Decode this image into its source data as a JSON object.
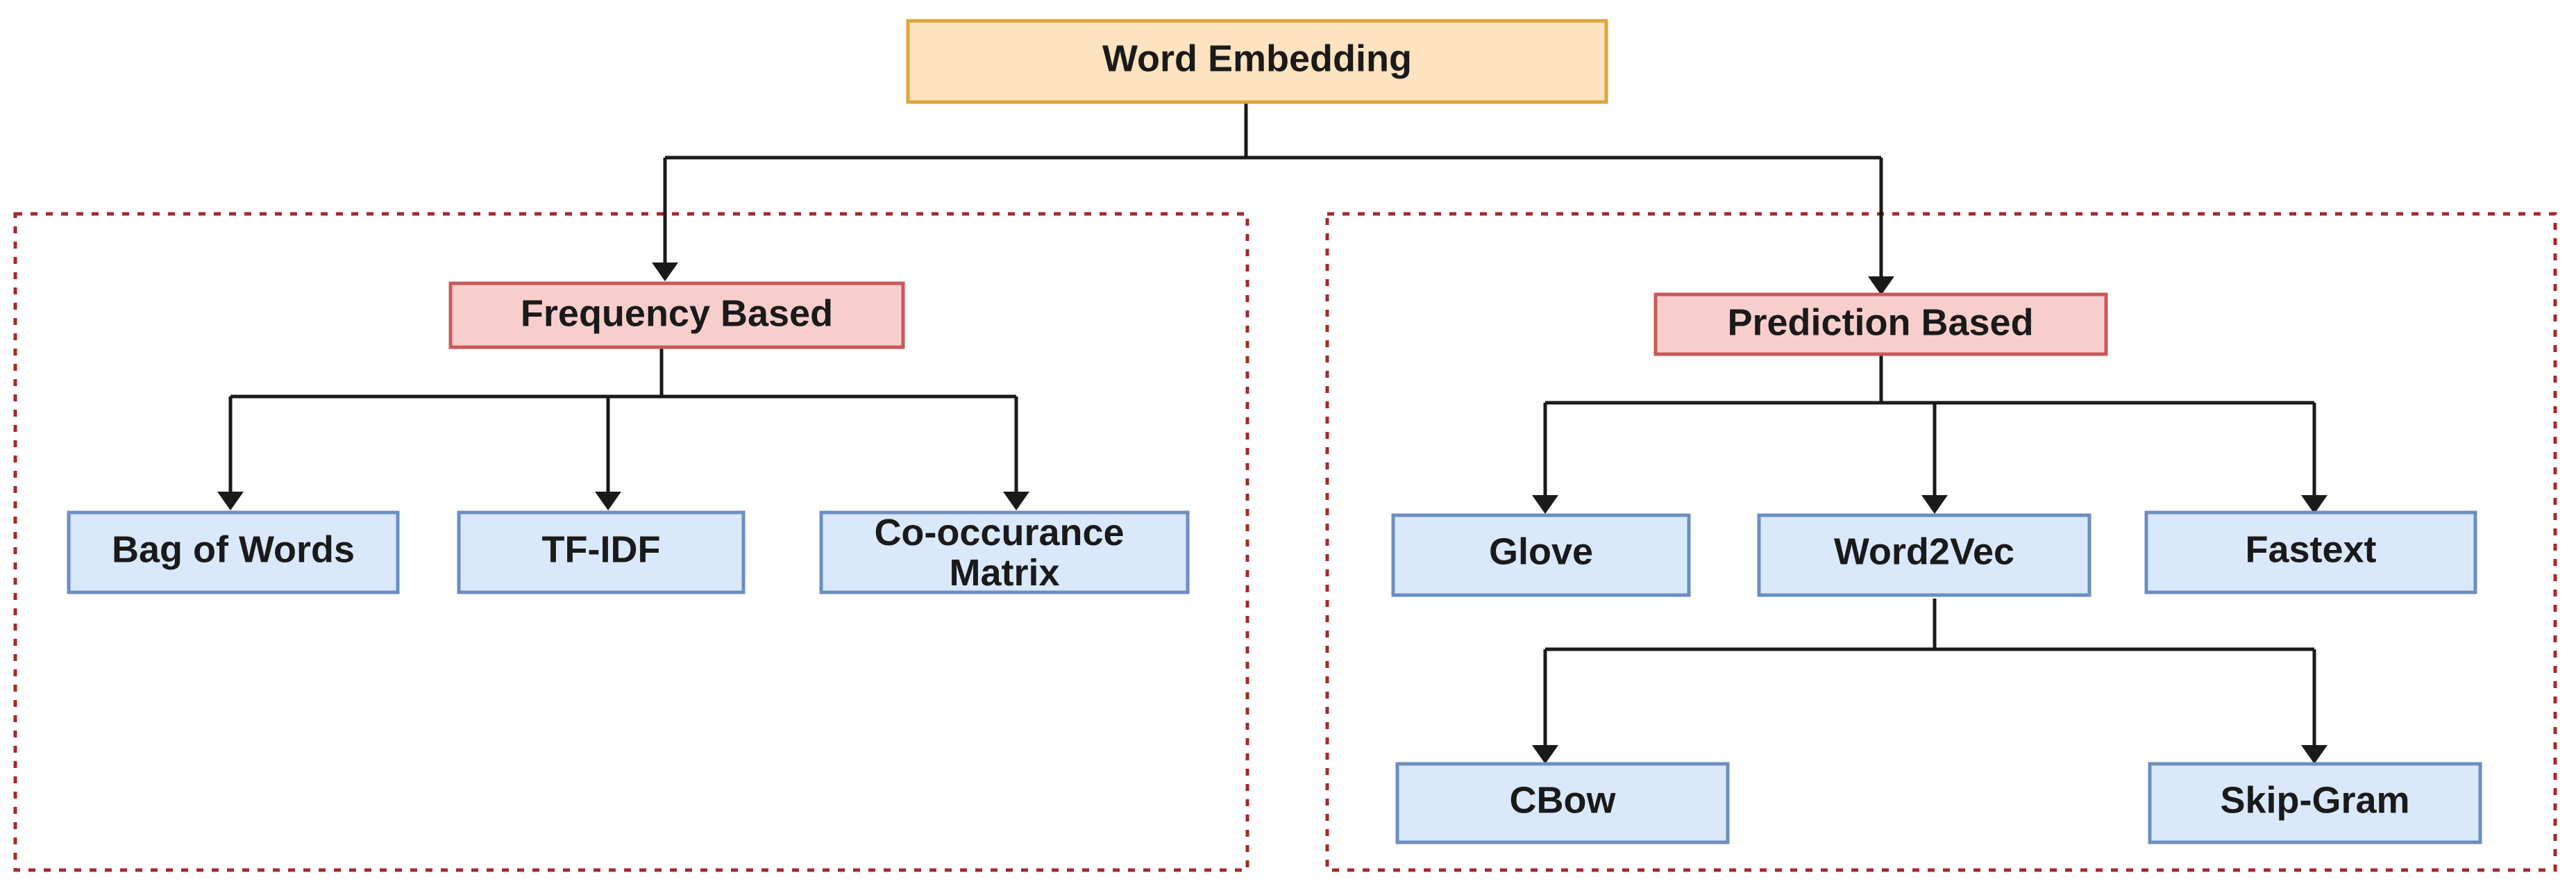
{
  "diagram": {
    "root": {
      "label": "Word Embedding"
    },
    "groups": {
      "frequency": {
        "label": "Frequency Based",
        "children": [
          {
            "label": "Bag of Words"
          },
          {
            "label": "TF-IDF"
          },
          {
            "label": "Co-occurance Matrix",
            "lines": [
              "Co-occurance",
              "Matrix"
            ]
          }
        ]
      },
      "prediction": {
        "label": "Prediction Based",
        "children": [
          {
            "label": "Glove"
          },
          {
            "label": "Word2Vec"
          },
          {
            "label": "Fastext"
          }
        ],
        "word2vec_children": [
          {
            "label": "CBow"
          },
          {
            "label": "Skip-Gram"
          }
        ]
      }
    },
    "colors": {
      "root_fill": "#fde3c0",
      "root_stroke": "#e0a53a",
      "category_fill": "#f8cecc",
      "category_stroke": "#c9585a",
      "leaf_fill": "#dae8fc",
      "leaf_stroke": "#6c8ebf",
      "group_border": "#a52a2a",
      "connector": "#1a1a1a"
    }
  }
}
